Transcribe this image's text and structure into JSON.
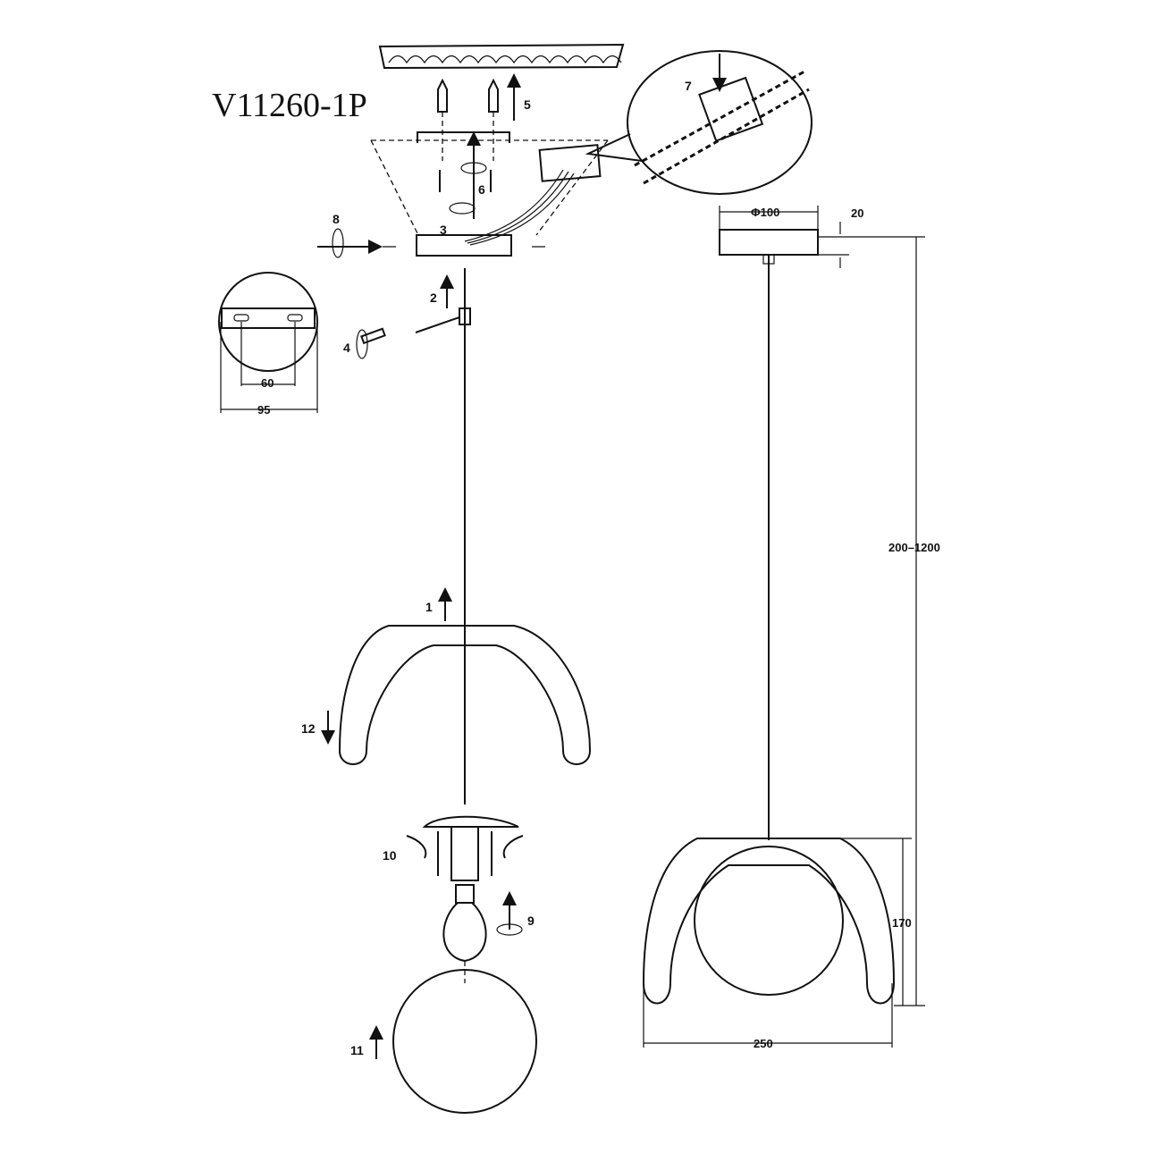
{
  "title": "V11260-1P",
  "steps": [
    "1",
    "2",
    "3",
    "4",
    "5",
    "6",
    "7",
    "8",
    "9",
    "10",
    "11",
    "12"
  ],
  "dimensions": {
    "canopy_diameter": "Φ100",
    "canopy_height": "20",
    "cord_length": "200–1200",
    "shade_height": "170",
    "shade_width": "250",
    "bracket_hole_spacing": "60",
    "bracket_plate_width": "95"
  }
}
